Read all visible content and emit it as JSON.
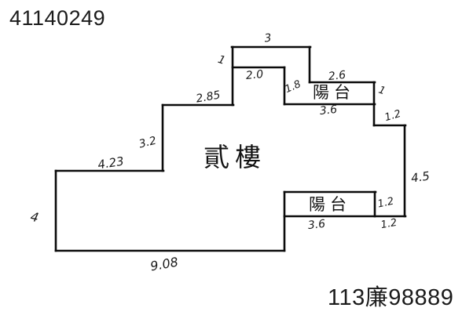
{
  "page": {
    "serial_number": "41140249",
    "case_number": "113廉98889"
  },
  "floor_plan": {
    "room_label": "貳樓",
    "balcony_label_top": "陽台",
    "balcony_label_bottom": "陽台",
    "dimensions": {
      "top_rect_width": "3",
      "top_rect_left_height": "1",
      "inner_top_width": "2.0",
      "upper_left_width": "2.85",
      "top_balcony_left_height": "1.8",
      "top_balcony_width": "2.6",
      "top_balcony_right_height": "1",
      "top_balcony_bottom_width": "3.6",
      "right_step_width": "1.2",
      "left_upper_height": "3.2",
      "left_mid_width": "4.23",
      "right_wall_height": "4.5",
      "bottom_balcony_right_height": "1.2",
      "bottom_right_width": "1.2",
      "bottom_balcony_width": "3.6",
      "left_wall_height": "4",
      "bottom_width": "9.08"
    }
  }
}
